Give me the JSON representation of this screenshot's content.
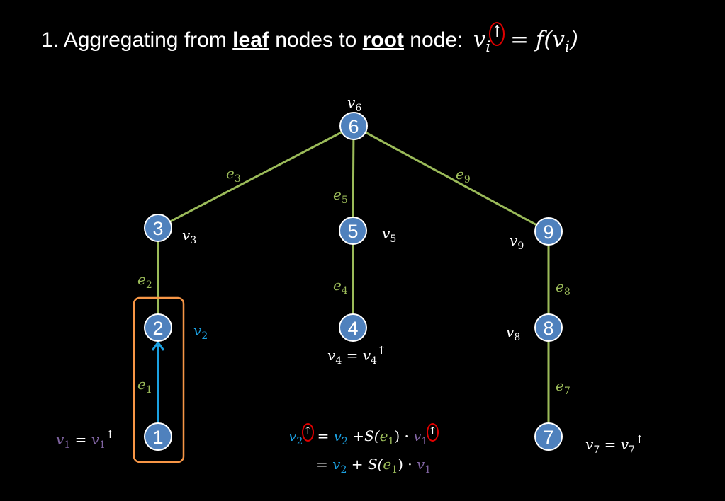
{
  "title": {
    "prefix": "1. Aggregating from ",
    "leaf": "leaf",
    "middle": " nodes to ",
    "root": "root",
    "suffix": " node: ",
    "formula_lhs": "v",
    "formula_sub": "i",
    "formula_up": "↑",
    "formula_rhs": " = f(v",
    "formula_rhs_sub": "i",
    "formula_close": ")"
  },
  "nodes": [
    {
      "id": "6",
      "label": "6"
    },
    {
      "id": "3",
      "label": "3"
    },
    {
      "id": "5",
      "label": "5"
    },
    {
      "id": "9",
      "label": "9"
    },
    {
      "id": "2",
      "label": "2"
    },
    {
      "id": "4",
      "label": "4"
    },
    {
      "id": "8",
      "label": "8"
    },
    {
      "id": "1",
      "label": "1"
    },
    {
      "id": "7",
      "label": "7"
    }
  ],
  "node_labels": {
    "v6": {
      "base": "v",
      "sub": "6"
    },
    "v3": {
      "base": "v",
      "sub": "3"
    },
    "v5": {
      "base": "v",
      "sub": "5"
    },
    "v9": {
      "base": "v",
      "sub": "9"
    },
    "v2": {
      "base": "v",
      "sub": "2"
    },
    "v8": {
      "base": "v",
      "sub": "8"
    }
  },
  "edge_labels": {
    "e3": {
      "base": "e",
      "sub": "3"
    },
    "e5": {
      "base": "e",
      "sub": "5"
    },
    "e9": {
      "base": "e",
      "sub": "9"
    },
    "e2": {
      "base": "e",
      "sub": "2"
    },
    "e4": {
      "base": "e",
      "sub": "4"
    },
    "e8": {
      "base": "e",
      "sub": "8"
    },
    "e1": {
      "base": "e",
      "sub": "1"
    },
    "e7": {
      "base": "e",
      "sub": "7"
    }
  },
  "equations": {
    "v4": {
      "lhs": "v",
      "lhs_sub": "4",
      "eq": " = ",
      "rhs": "v",
      "rhs_sub": "4",
      "up": "↑"
    },
    "v1": {
      "lhs": "v",
      "lhs_sub": "1",
      "eq": " = ",
      "rhs": "v",
      "rhs_sub": "1",
      "up": "↑"
    },
    "v7": {
      "lhs": "v",
      "lhs_sub": "7",
      "eq": " = ",
      "rhs": "v",
      "rhs_sub": "7",
      "up": "↑"
    },
    "update_line1": {
      "v": "v",
      "s2": "2",
      "up": "↑",
      "eq": " = ",
      "plus_s": " +S(",
      "e": "e",
      "s1": "1",
      "close_dot": ") · ",
      "v1": "v",
      "s1b": "1"
    },
    "update_line2": {
      "eq": "= ",
      "v": "v",
      "s2": "2",
      "plus_s": " + S(",
      "e": "e",
      "s1": "1",
      "close_dot": ") · ",
      "v1": "v",
      "s1b": "1"
    }
  },
  "colors": {
    "node_fill": "#4f81bd",
    "node_stroke": "#ffffff",
    "edge": "#9bbb59",
    "highlight_arrow": "#1ba1e2",
    "highlight_box": "#f79646",
    "red_circle": "#e00000"
  }
}
